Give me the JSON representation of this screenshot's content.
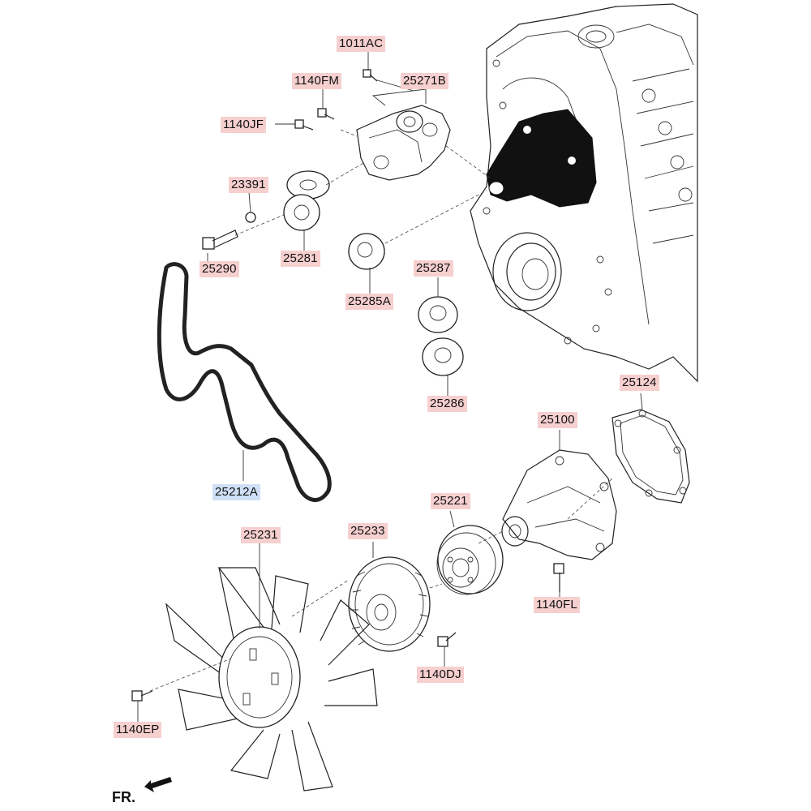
{
  "labels": {
    "p1011AC": "1011AC",
    "p1140FM": "1140FM",
    "p25271B": "25271B",
    "p1140JF": "1140JF",
    "p23391": "23391",
    "p25290": "25290",
    "p25281": "25281",
    "p25285A": "25285A",
    "p25287": "25287",
    "p25286": "25286",
    "p25212A": "25212A",
    "p25124": "25124",
    "p25100": "25100",
    "p25221": "25221",
    "p25231": "25231",
    "p25233": "25233",
    "p1140FL": "1140FL",
    "p1140DJ": "1140DJ",
    "p1140EP": "1140EP"
  },
  "orientation": {
    "front_text": "FR."
  },
  "colors": {
    "part_label_bg": "#f6cfcf",
    "highlight_label_bg": "#cfe0f6",
    "line": "#222222"
  }
}
